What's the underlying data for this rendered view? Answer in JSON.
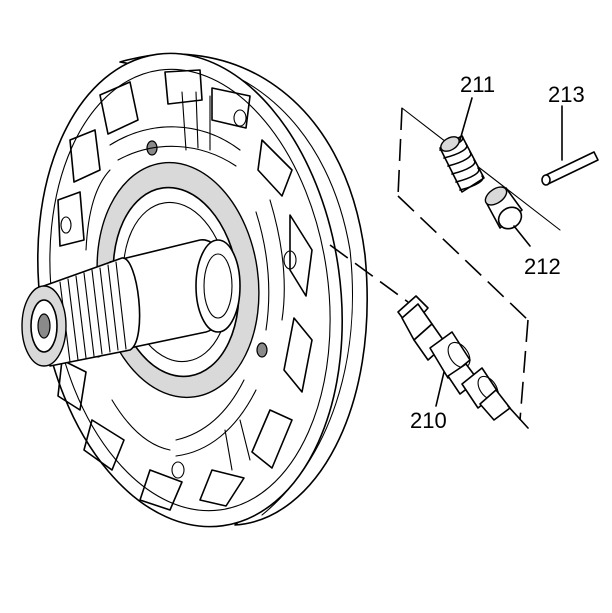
{
  "diagram": {
    "callouts": {
      "valve": "210",
      "spring": "211",
      "plug": "212",
      "pin": "213"
    }
  }
}
